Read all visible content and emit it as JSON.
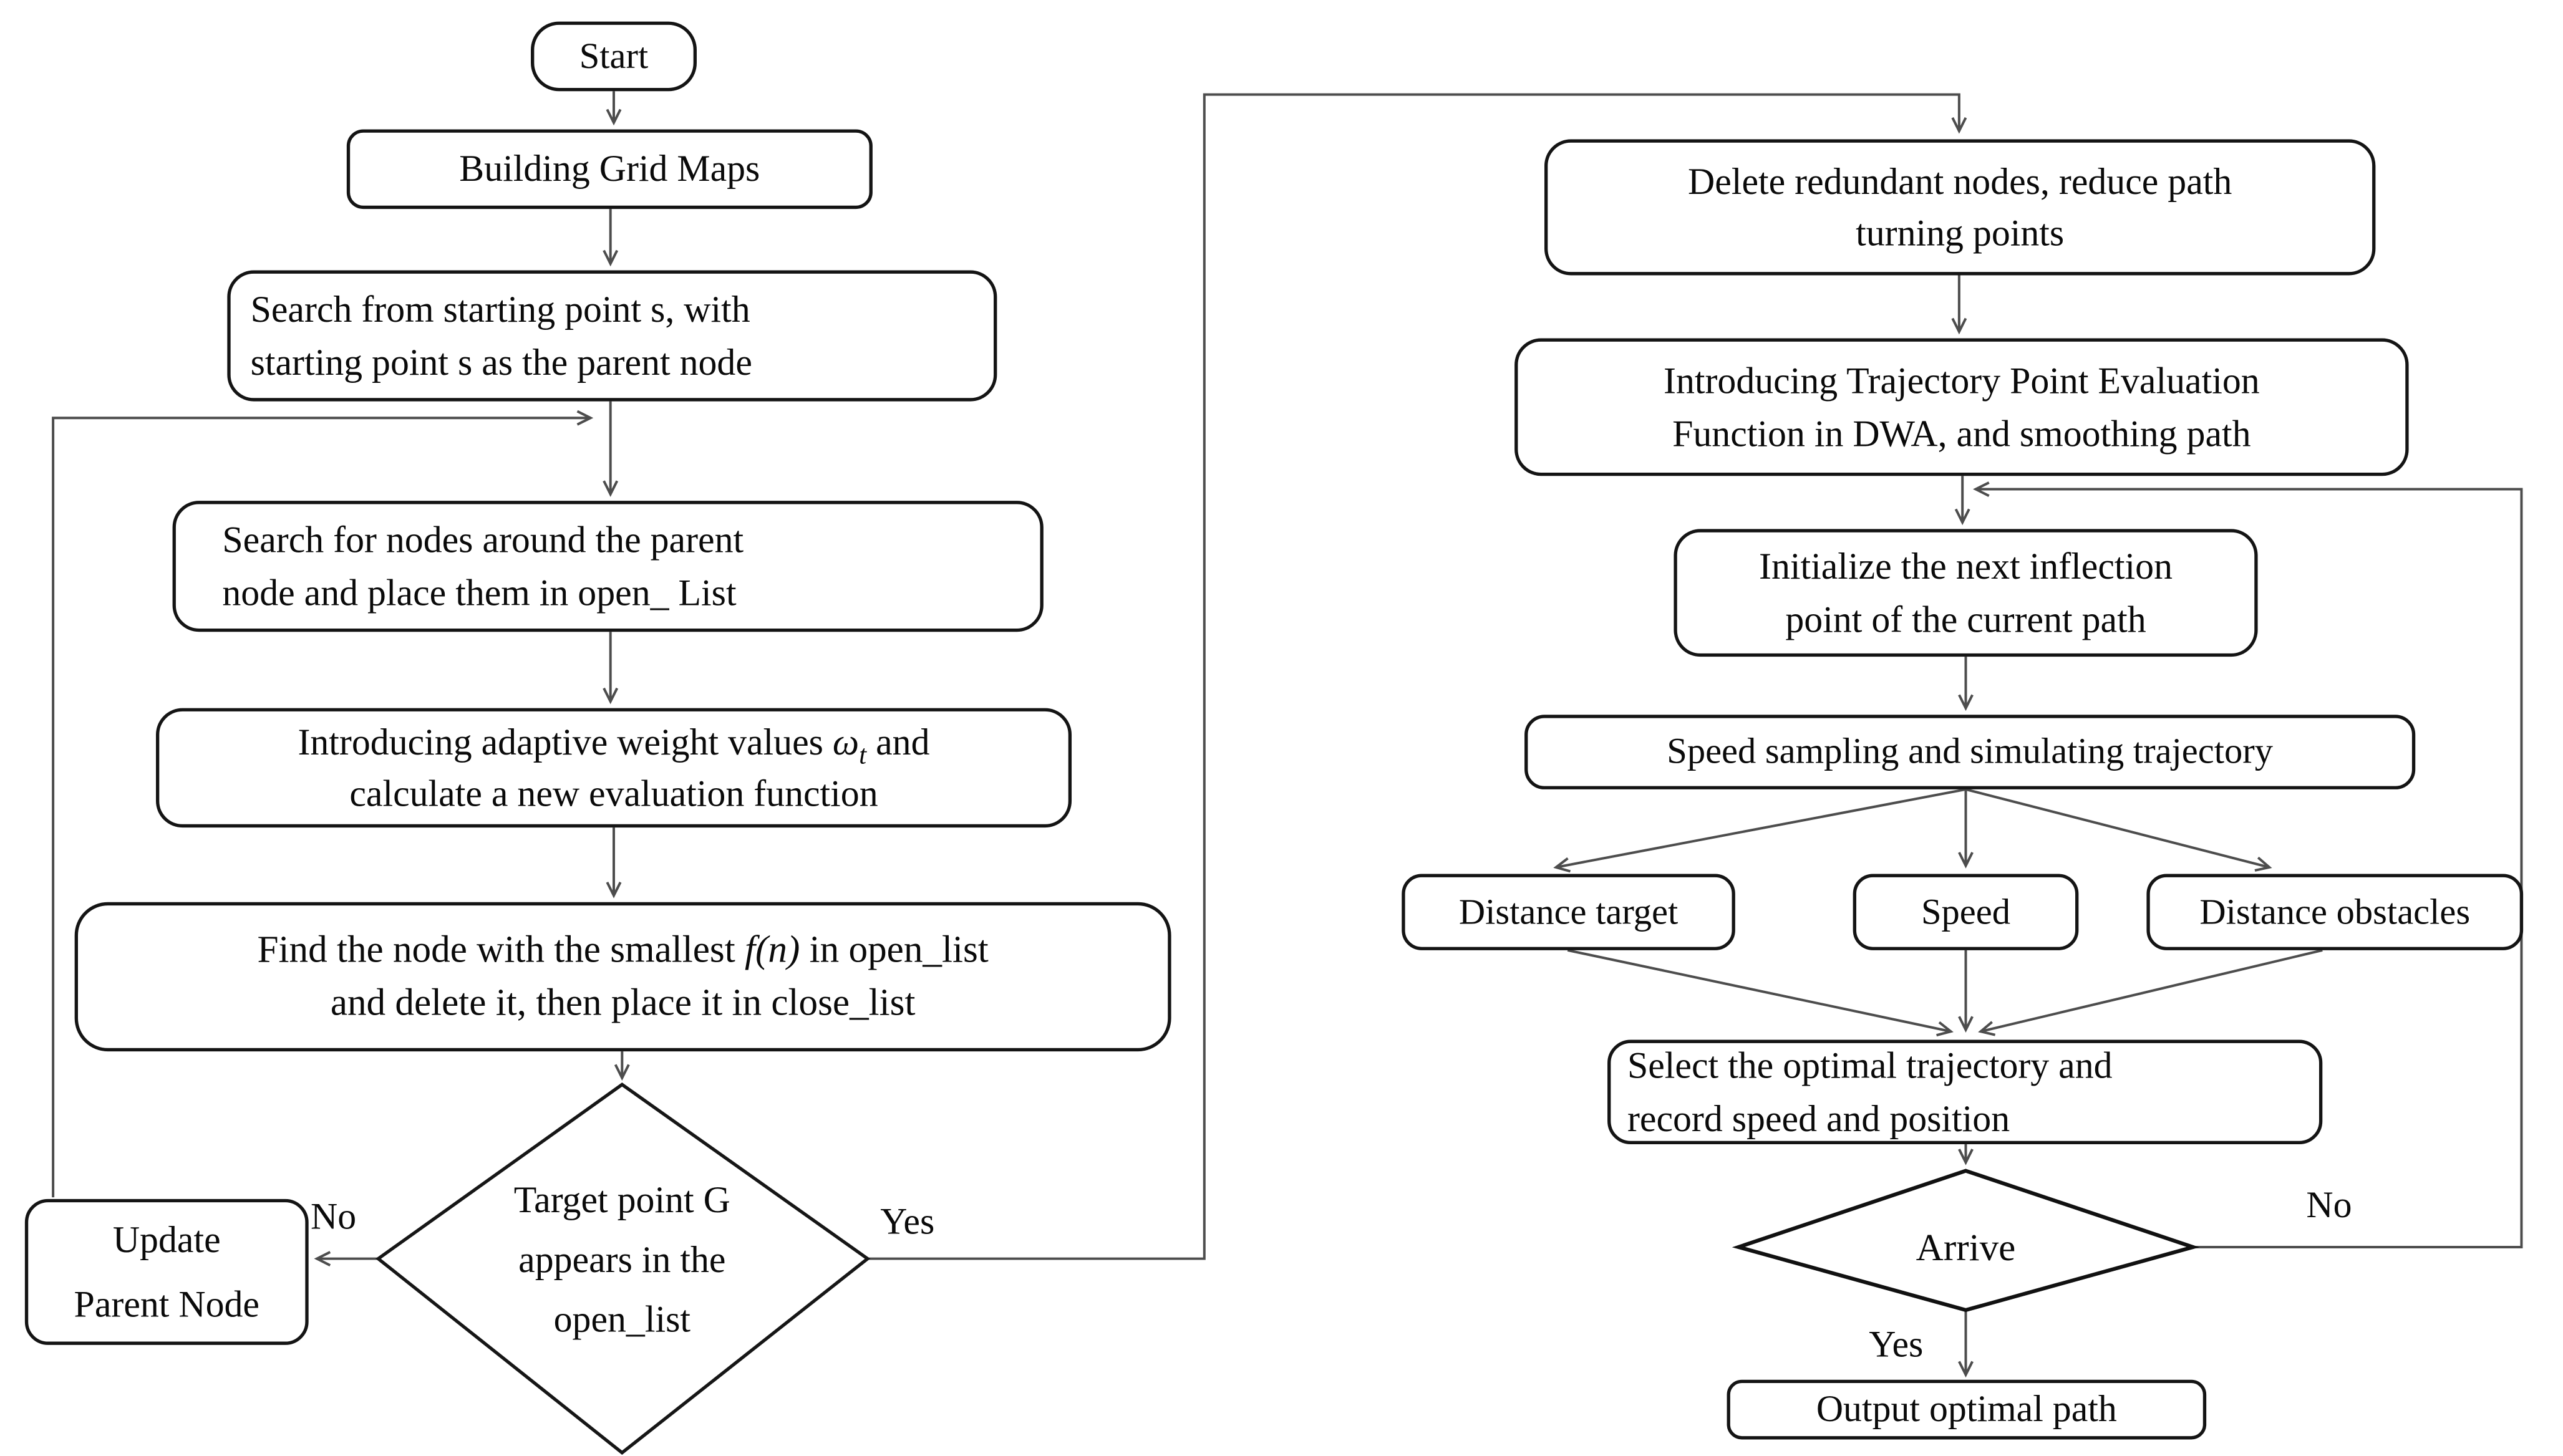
{
  "diagram": {
    "type": "flowchart",
    "colors": {
      "background": "#ffffff",
      "node_fill": "#ffffff",
      "node_border": "#141414",
      "connector": "#4d4d4d",
      "text": "#0a0a0a"
    },
    "nodes": {
      "start": {
        "shape": "terminator",
        "text": "Start"
      },
      "building_grid_maps": {
        "shape": "process",
        "text": "Building Grid Maps"
      },
      "search_from_start": {
        "shape": "process",
        "text": "Search from starting point s, with\nstarting point s as the parent node"
      },
      "search_nodes": {
        "shape": "process",
        "text": "Search for nodes around the parent\nnode and place them in open_ List"
      },
      "adaptive_weight": {
        "shape": "process",
        "pre": "Introducing adaptive weight values ",
        "symbol": "ω",
        "subscript": "t",
        "post": " and\ncalculate a new evaluation function"
      },
      "find_smallest": {
        "shape": "process",
        "pre": "Find the node with the smallest ",
        "formula": "f(n)",
        "post": " in open_list\nand delete it, then place it in close_list"
      },
      "target_decision": {
        "shape": "decision",
        "text": "Target point G\nappears in the\nopen_list"
      },
      "update_parent": {
        "shape": "process",
        "text": "Update\nParent Node"
      },
      "delete_redundant": {
        "shape": "process",
        "text": "Delete redundant nodes, reduce path\nturning points"
      },
      "dwa_smoothing": {
        "shape": "process",
        "text": "Introducing Trajectory Point Evaluation\nFunction in DWA, and smoothing path"
      },
      "init_inflection": {
        "shape": "process",
        "text": "Initialize the next inflection\npoint of the current path"
      },
      "speed_sampling": {
        "shape": "process",
        "text": "Speed sampling and simulating trajectory"
      },
      "distance_target": {
        "shape": "process",
        "text": "Distance target"
      },
      "speed": {
        "shape": "process",
        "text": "Speed"
      },
      "distance_obstacles": {
        "shape": "process",
        "text": "Distance obstacles"
      },
      "select_optimal": {
        "shape": "process",
        "text": "Select the optimal trajectory and\nrecord speed and position"
      },
      "arrive_decision": {
        "shape": "decision",
        "text": "Arrive"
      },
      "output_path": {
        "shape": "process",
        "text": "Output optimal path"
      }
    },
    "edge_labels": {
      "target_no": "No",
      "target_yes": "Yes",
      "arrive_no": "No",
      "arrive_yes": "Yes"
    },
    "edges": [
      {
        "from": "start",
        "to": "building_grid_maps"
      },
      {
        "from": "building_grid_maps",
        "to": "search_from_start"
      },
      {
        "from": "search_from_start",
        "to": "search_nodes"
      },
      {
        "from": "search_nodes",
        "to": "adaptive_weight"
      },
      {
        "from": "adaptive_weight",
        "to": "find_smallest"
      },
      {
        "from": "find_smallest",
        "to": "target_decision"
      },
      {
        "from": "target_decision",
        "to": "update_parent",
        "label": "No"
      },
      {
        "from": "update_parent",
        "to": "search_nodes"
      },
      {
        "from": "target_decision",
        "to": "delete_redundant",
        "label": "Yes"
      },
      {
        "from": "delete_redundant",
        "to": "dwa_smoothing"
      },
      {
        "from": "dwa_smoothing",
        "to": "init_inflection"
      },
      {
        "from": "init_inflection",
        "to": "speed_sampling"
      },
      {
        "from": "speed_sampling",
        "to": "distance_target"
      },
      {
        "from": "speed_sampling",
        "to": "speed"
      },
      {
        "from": "speed_sampling",
        "to": "distance_obstacles"
      },
      {
        "from": "distance_target",
        "to": "select_optimal"
      },
      {
        "from": "speed",
        "to": "select_optimal"
      },
      {
        "from": "distance_obstacles",
        "to": "select_optimal"
      },
      {
        "from": "select_optimal",
        "to": "arrive_decision"
      },
      {
        "from": "arrive_decision",
        "to": "init_inflection",
        "label": "No"
      },
      {
        "from": "arrive_decision",
        "to": "output_path",
        "label": "Yes"
      }
    ]
  }
}
